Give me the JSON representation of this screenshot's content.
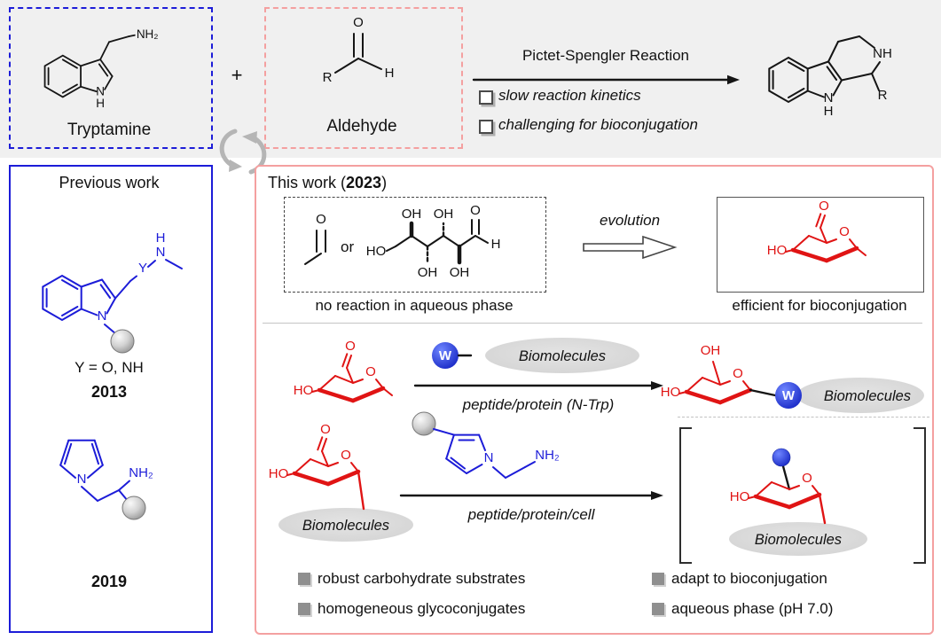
{
  "colors": {
    "blue": "#1c1cd8",
    "red": "#e01414",
    "pink_border": "#f4a0a0",
    "gray_band": "#f0f0f0",
    "bullet_fill": "#8f8f8f"
  },
  "atoms": {
    "O": "O",
    "H": "H",
    "N": "N",
    "R": "R",
    "Y": "Y",
    "W": "W",
    "NH": "NH",
    "NH2": "NH₂",
    "HO": "HO",
    "OH": "OH"
  },
  "top": {
    "tryptamine": "Tryptamine",
    "plus": "+",
    "aldehyde": "Aldehyde",
    "reaction": "Pictet-Spengler Reaction",
    "bullet1": "slow reaction kinetics",
    "bullet2": "challenging for bioconjugation"
  },
  "previous": {
    "title": "Previous work",
    "y_eq": "Y = O, NH",
    "year2013": "2013",
    "year2019": "2019"
  },
  "thiswork": {
    "title_prefix": "This work (",
    "title_bold": "2023",
    "title_suffix": ")",
    "or": "or",
    "no_reaction": "no reaction in aqueous phase",
    "evolution": "evolution",
    "efficient": "efficient for bioconjugation",
    "biomolecules": "Biomolecules",
    "arrow1": "peptide/protein (N-Trp)",
    "arrow2": "peptide/protein/cell",
    "bullets": [
      "robust carbohydrate substrates",
      "homogeneous glycoconjugates",
      "adapt to bioconjugation",
      "aqueous phase (pH 7.0)"
    ]
  }
}
